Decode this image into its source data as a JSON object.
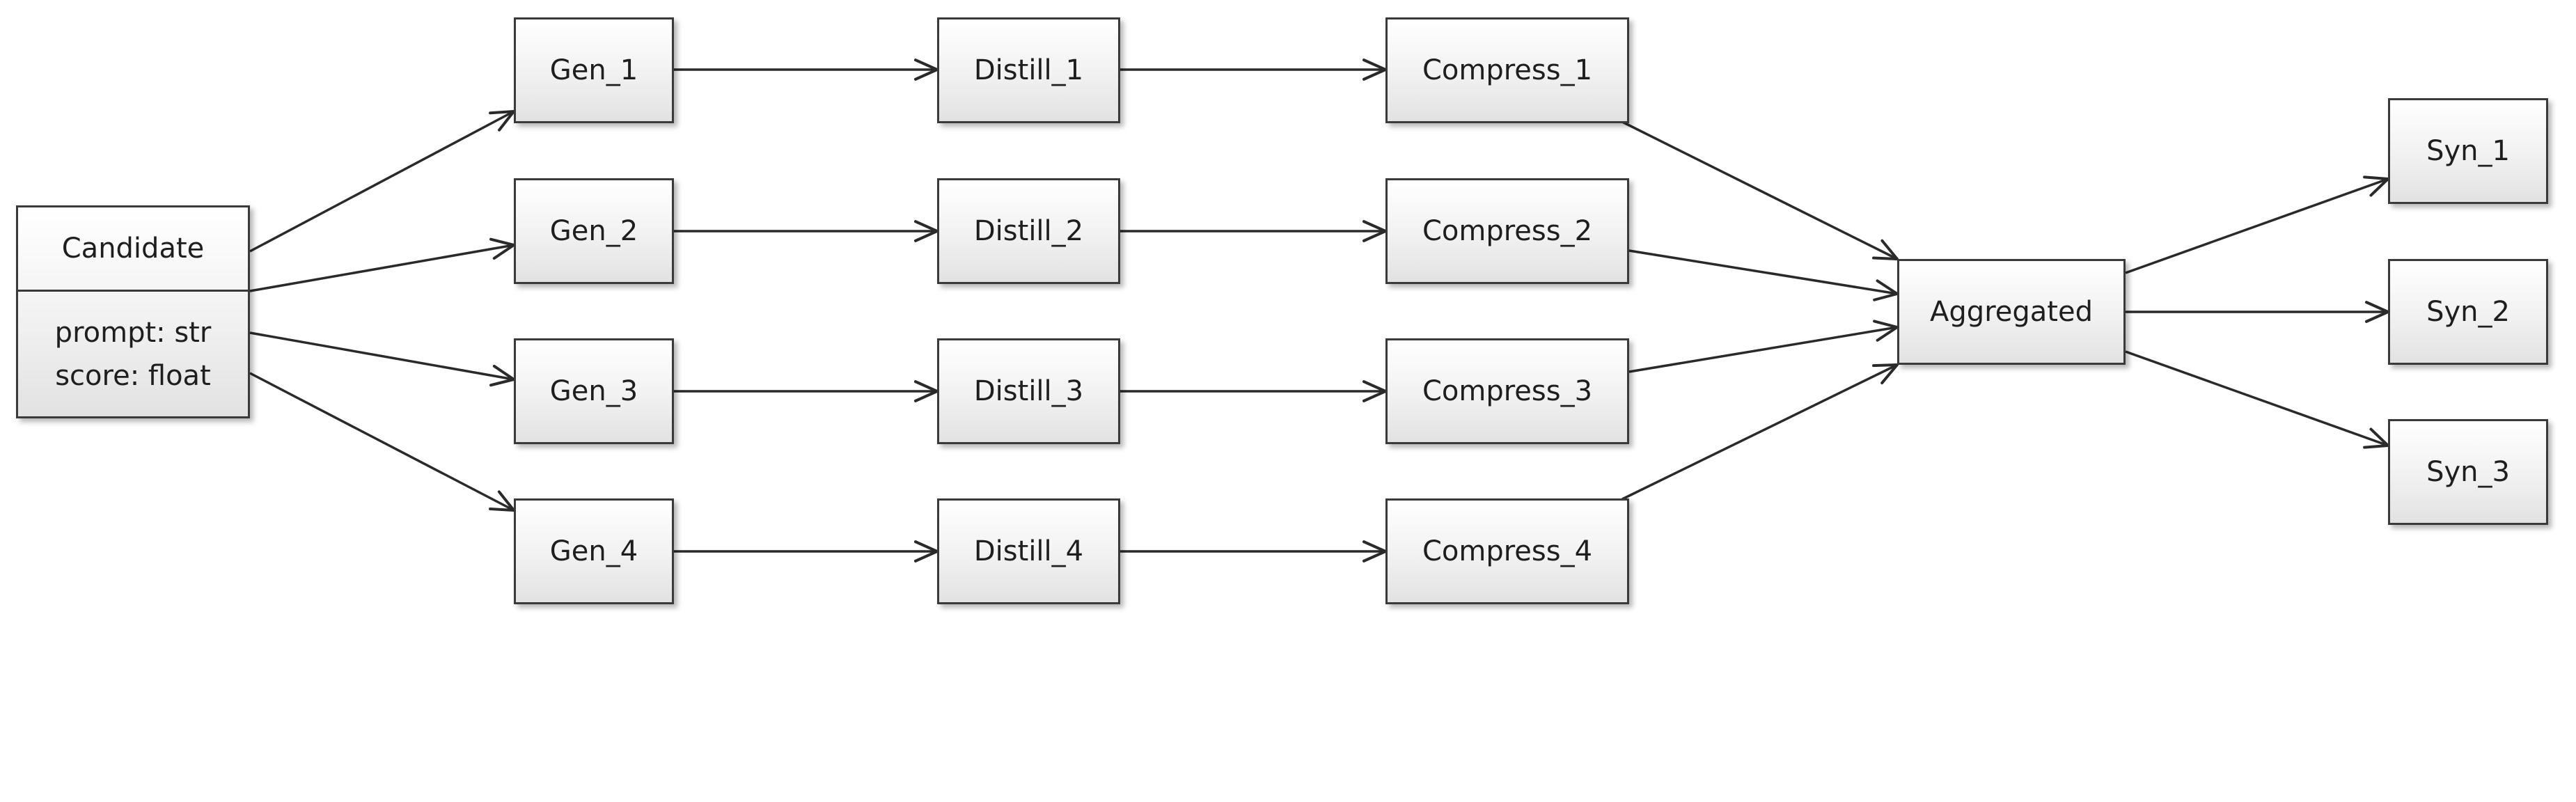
{
  "candidate": {
    "title": "Candidate",
    "attributes": [
      "prompt: str",
      "score: float"
    ]
  },
  "gen": [
    "Gen_1",
    "Gen_2",
    "Gen_3",
    "Gen_4"
  ],
  "distill": [
    "Distill_1",
    "Distill_2",
    "Distill_3",
    "Distill_4"
  ],
  "compress": [
    "Compress_1",
    "Compress_2",
    "Compress_3",
    "Compress_4"
  ],
  "aggregated": "Aggregated",
  "syn": [
    "Syn_1",
    "Syn_2",
    "Syn_3"
  ],
  "edges": [
    [
      "candidate",
      "gen.0"
    ],
    [
      "candidate",
      "gen.1"
    ],
    [
      "candidate",
      "gen.2"
    ],
    [
      "candidate",
      "gen.3"
    ],
    [
      "gen.0",
      "distill.0"
    ],
    [
      "gen.1",
      "distill.1"
    ],
    [
      "gen.2",
      "distill.2"
    ],
    [
      "gen.3",
      "distill.3"
    ],
    [
      "distill.0",
      "compress.0"
    ],
    [
      "distill.1",
      "compress.1"
    ],
    [
      "distill.2",
      "compress.2"
    ],
    [
      "distill.3",
      "compress.3"
    ],
    [
      "compress.0",
      "aggregated"
    ],
    [
      "compress.1",
      "aggregated"
    ],
    [
      "compress.2",
      "aggregated"
    ],
    [
      "compress.3",
      "aggregated"
    ],
    [
      "aggregated",
      "syn.0"
    ],
    [
      "aggregated",
      "syn.1"
    ],
    [
      "aggregated",
      "syn.2"
    ]
  ]
}
